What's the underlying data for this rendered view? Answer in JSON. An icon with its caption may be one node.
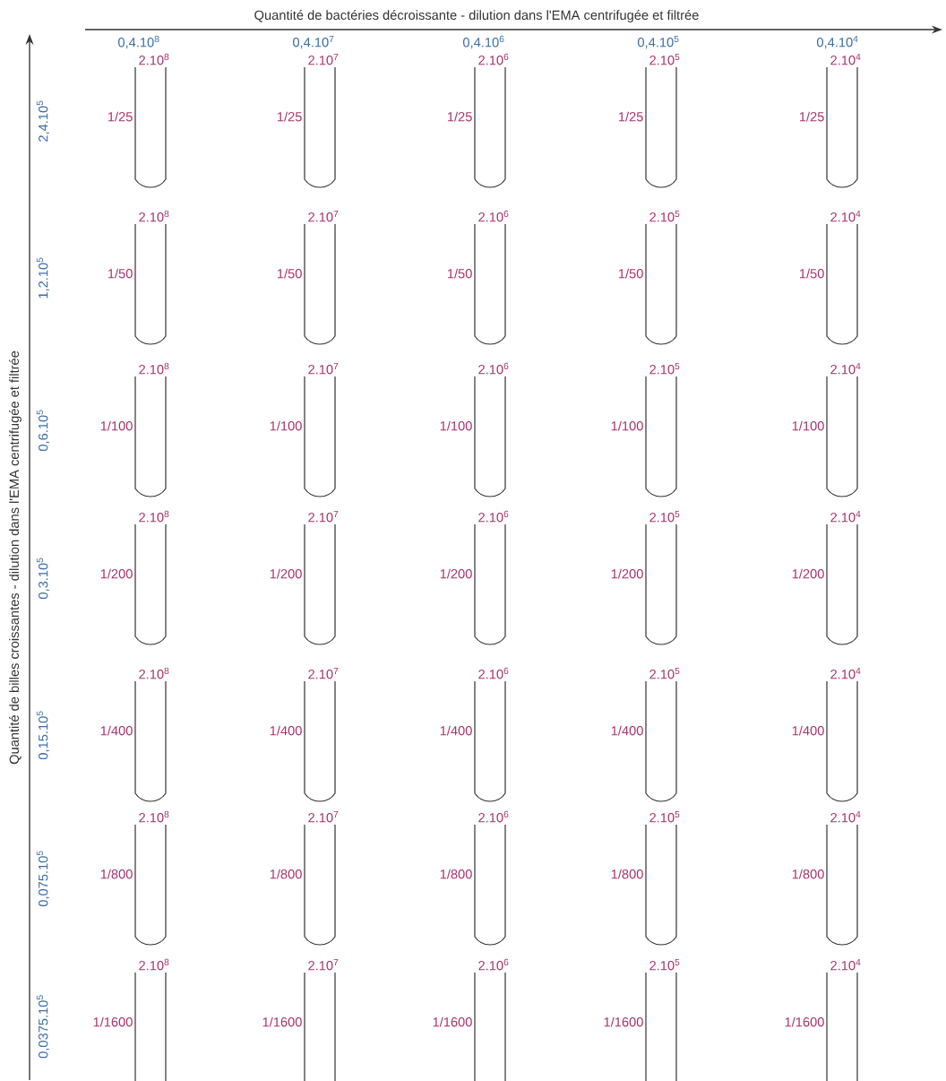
{
  "diagram": {
    "nodes": [
      {
        "text": [],
        "shape": "tube",
        "beside": [
          "2.10$^{8}$",
          "1/25"
        ]
      },
      {
        "text": [],
        "shape": "tube",
        "beside": [
          "2.10$^{7}$",
          "1/25"
        ]
      },
      {
        "text": [],
        "shape": "tube",
        "beside": [
          "2.10$^{6}$",
          "1/25"
        ]
      },
      {
        "text": [],
        "shape": "tube",
        "beside": [
          "2.10$^{5}$",
          "1/25"
        ]
      },
      {
        "text": [],
        "shape": "tube",
        "beside": [
          "2.10$^{4}$",
          "1/25"
        ]
      },
      {
        "text": [],
        "shape": "tube",
        "beside": [
          "2.10$^{8}$",
          "1/50"
        ]
      },
      {
        "text": [],
        "shape": "tube",
        "beside": [
          "2.10$^{7}$",
          "1/50"
        ]
      },
      {
        "text": [],
        "shape": "tube",
        "beside": [
          "2.10$^{6}$",
          "1/50"
        ]
      },
      {
        "text": [],
        "shape": "tube",
        "beside": [
          "2.10$^{5}$",
          "1/50"
        ]
      },
      {
        "text": [],
        "shape": "tube",
        "beside": [
          "2.10$^{4}$",
          "1/50"
        ]
      },
      {
        "text": [],
        "shape": "tube",
        "beside": [
          "2.10$^{8}$",
          "1/100"
        ]
      },
      {
        "text": [],
        "shape": "tube",
        "beside": [
          "2.10$^{7}$",
          "1/100"
        ]
      },
      {
        "text": [],
        "shape": "tube",
        "beside": [
          "2.10$^{6}$",
          "1/100"
        ]
      },
      {
        "text": [],
        "shape": "tube",
        "beside": [
          "2.10$^{5}$",
          "1/100"
        ]
      },
      {
        "text": [],
        "shape": "tube",
        "beside": [
          "2.10$^{4}$",
          "1/100"
        ]
      },
      {
        "text": [],
        "shape": "tube",
        "beside": [
          "2.10$^{8}$",
          "1/200"
        ]
      },
      {
        "text": [],
        "shape": "tube",
        "beside": [
          "2.10$^{7}$",
          "1/200"
        ]
      },
      {
        "text": [],
        "shape": "tube",
        "beside": [
          "2.10$^{6}$",
          "1/200"
        ]
      },
      {
        "text": [],
        "shape": "tube",
        "beside": [
          "2.10$^{5}$",
          "1/200"
        ]
      },
      {
        "text": [],
        "shape": "tube",
        "beside": [
          "2.10$^{4}$",
          "1/200"
        ]
      },
      {
        "text": [],
        "shape": "tube",
        "beside": [
          "2.10$^{8}$",
          "1/400"
        ]
      },
      {
        "text": [],
        "shape": "tube",
        "beside": [
          "2.10$^{7}$",
          "1/400"
        ]
      },
      {
        "text": [],
        "shape": "tube",
        "beside": [
          "2.10$^{6}$",
          "1/400"
        ]
      },
      {
        "text": [],
        "shape": "tube",
        "beside": [
          "2.10$^{5}$",
          "1/400"
        ]
      },
      {
        "text": [],
        "shape": "tube",
        "beside": [
          "2.10$^{4}$",
          "1/400"
        ]
      },
      {
        "text": [],
        "shape": "tube",
        "beside": [
          "2.10$^{8}$",
          "1/800"
        ]
      },
      {
        "text": [],
        "shape": "tube",
        "beside": [
          "2.10$^{7}$",
          "1/800"
        ]
      },
      {
        "text": [],
        "shape": "tube",
        "beside": [
          "2.10$^{6}$",
          "1/800"
        ]
      },
      {
        "text": [],
        "shape": "tube",
        "beside": [
          "2.10$^{5}$",
          "1/800"
        ]
      },
      {
        "text": [],
        "shape": "tube",
        "beside": [
          "2.10$^{4}$",
          "1/800"
        ]
      },
      {
        "text": [],
        "shape": "tube",
        "beside": [
          "2.10$^{8}$",
          "1/1600"
        ]
      },
      {
        "text": [],
        "shape": "tube",
        "beside": [
          "2.10$^{7}$",
          "1/1600"
        ]
      },
      {
        "text": [],
        "shape": "tube",
        "beside": [
          "2.10$^{6}$",
          "1/1600"
        ]
      },
      {
        "text": [],
        "shape": "tube",
        "beside": [
          "2.10$^{5}$",
          "1/1600"
        ]
      },
      {
        "text": [],
        "shape": "tube",
        "beside": [
          "2.10$^{4}$",
          "1/1600"
        ]
      }
    ],
    "labels": [
      "Quantité de bactéries décroissante - dilution dans l'EMA centrifugée et filtrée",
      "0,4.10$^{8}$",
      "0,4.10$^{7}$",
      "0,4.10$^{6}$",
      "0,4.10$^{5}$",
      "0,4.10$^{4}$",
      "Quantité de billes croissantes - dilution dans l'EMA centrifugée et filtrée",
      "2,4.10$^{5}$",
      "1,2.10$^{5}$",
      "0,6.10$^{5}$",
      "0,3.10$^{5}$",
      "0,15.10$^{5}$",
      "0,075.10$^{5}$",
      "0,0375.10$^{5}$"
    ]
  }
}
